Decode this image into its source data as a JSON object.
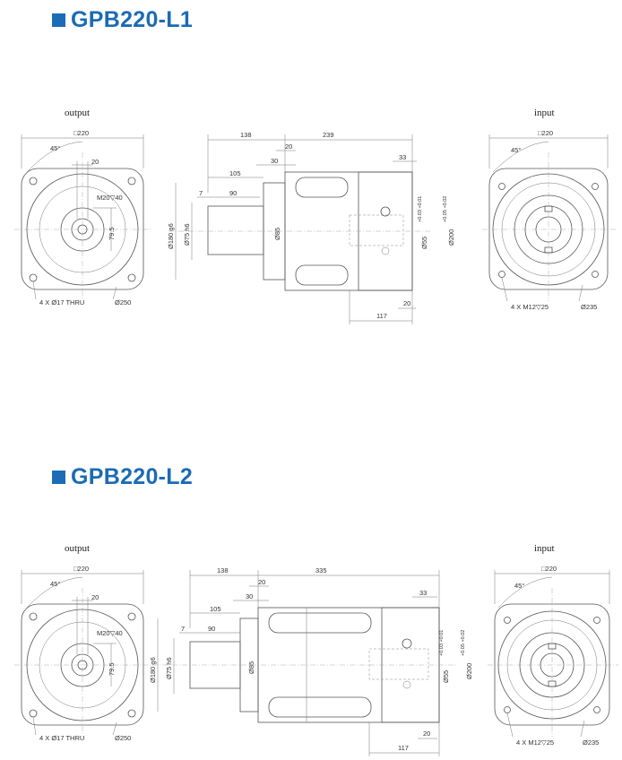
{
  "sections": [
    {
      "model": "GPB220-L1",
      "output_label": "output",
      "input_label": "input",
      "output": {
        "square": "□220",
        "angle": "45°",
        "key_width": "20",
        "thread": "M20▽40",
        "key_height": "79.5",
        "holes": "4 X Ø17 THRU",
        "pcd": "Ø250"
      },
      "side": {
        "dim_138": "138",
        "dim_239": "239",
        "dim_20_top": "20",
        "dim_30": "30",
        "dim_105": "105",
        "dim_33": "33",
        "dim_7": "7",
        "dim_90": "90",
        "pilot": "Ø180 g6",
        "shaft": "Ø75 h6",
        "shoulder": "Ø85",
        "bore": "Ø55",
        "bore_tol": "+0.03 +0.01",
        "spigot": "Ø200",
        "spigot_tol": "+0.05 +0.02",
        "dim_117": "117",
        "dim_20_bot": "20"
      },
      "input": {
        "square": "□220",
        "angle": "45°",
        "holes": "4 X M12▽25",
        "pcd": "Ø235"
      }
    },
    {
      "model": "GPB220-L2",
      "output_label": "output",
      "input_label": "input",
      "output": {
        "square": "□220",
        "angle": "45°",
        "key_width": "20",
        "thread": "M20▽40",
        "key_height": "79.5",
        "holes": "4 X Ø17 THRU",
        "pcd": "Ø250"
      },
      "side": {
        "dim_138": "138",
        "dim_239": "335",
        "dim_20_top": "20",
        "dim_30": "30",
        "dim_105": "105",
        "dim_33": "33",
        "dim_7": "7",
        "dim_90": "90",
        "pilot": "Ø180 g6",
        "shaft": "Ø75 h6",
        "shoulder": "Ø85",
        "bore": "Ø55",
        "bore_tol": "+0.03 +0.01",
        "spigot": "Ø200",
        "spigot_tol": "+0.05 +0.02",
        "dim_117": "117",
        "dim_20_bot": "20"
      },
      "input": {
        "square": "□220",
        "angle": "45°",
        "holes": "4 X M12▽25",
        "pcd": "Ø235"
      }
    }
  ]
}
